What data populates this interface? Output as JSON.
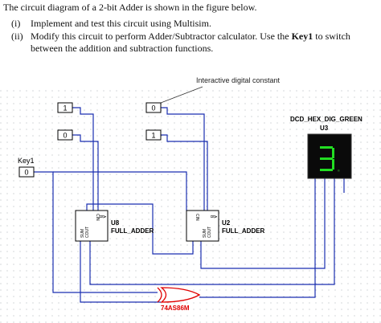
{
  "question": {
    "intro": "The circuit diagram of a 2-bit Adder is shown in the figure below.",
    "items": [
      {
        "num": "(i)",
        "text": "Implement and test this circuit using Multisim."
      },
      {
        "num": "(ii)",
        "text_before": "Modify this circuit to perform Adder/Subtractor calculator. Use the ",
        "bold": "Key1",
        "text_after": " to switch",
        "line2": "between the addition and subtraction functions."
      }
    ]
  },
  "schematic": {
    "callout": "Interactive digital constant",
    "constants": {
      "a1": "1",
      "b1": "0",
      "a0": "0",
      "b0": "1",
      "key": "0"
    },
    "key_label": "Key1",
    "display": {
      "part": "DCD_HEX_DIG_GREEN",
      "ref": "U3",
      "digit": "3"
    },
    "adders": [
      {
        "ref": "U8",
        "part": "FULL_ADDER",
        "pins": [
          "A",
          "B",
          "CIN",
          "SUM",
          "COUT"
        ]
      },
      {
        "ref": "U2",
        "part": "FULL_ADDER",
        "pins": [
          "A",
          "B",
          "CIN",
          "SUM",
          "COUT"
        ]
      }
    ],
    "xor_gate": {
      "part": "74AS86M"
    },
    "colors": {
      "wire": "#1a2fb0",
      "gate": "#e00000",
      "segment_on": "#22dd22",
      "display_bg": "#0a0a0a"
    }
  }
}
